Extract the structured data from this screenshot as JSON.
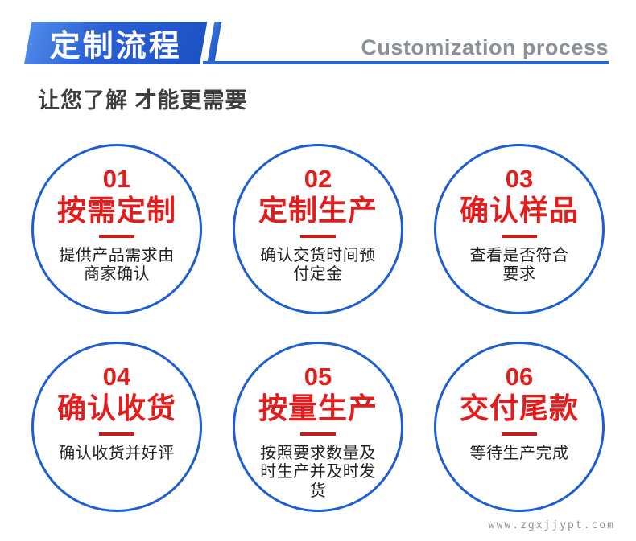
{
  "header": {
    "banner_title": "定制流程",
    "subtitle_en": "Customization process",
    "tagline": "让您了解 才能更需要"
  },
  "steps": [
    {
      "number": "01",
      "title": "按需定制",
      "desc": "提供产品需求由\n商家确认"
    },
    {
      "number": "02",
      "title": "定制生产",
      "desc": "确认交货时间预\n付定金"
    },
    {
      "number": "03",
      "title": "确认样品",
      "desc": "查看是否符合\n要求"
    },
    {
      "number": "04",
      "title": "确认收货",
      "desc": "确认收货并好评"
    },
    {
      "number": "05",
      "title": "按量生产",
      "desc": "按照要求数量及\n时生产并及时发\n货"
    },
    {
      "number": "06",
      "title": "交付尾款",
      "desc": "等待生产完成"
    }
  ],
  "footer": {
    "watermark": "www.zgxjjypt.com"
  },
  "colors": {
    "banner_blue_light": "#4f8ae9",
    "banner_blue_dark": "#1d52c4",
    "underline_blue": "#2767d1",
    "circle_border_blue": "#1d5ed2",
    "accent_red": "#e51c1c",
    "divider_red": "#cf1a1a",
    "subtitle_gray": "#8a9097",
    "watermark_gray": "#8e8e8e"
  }
}
